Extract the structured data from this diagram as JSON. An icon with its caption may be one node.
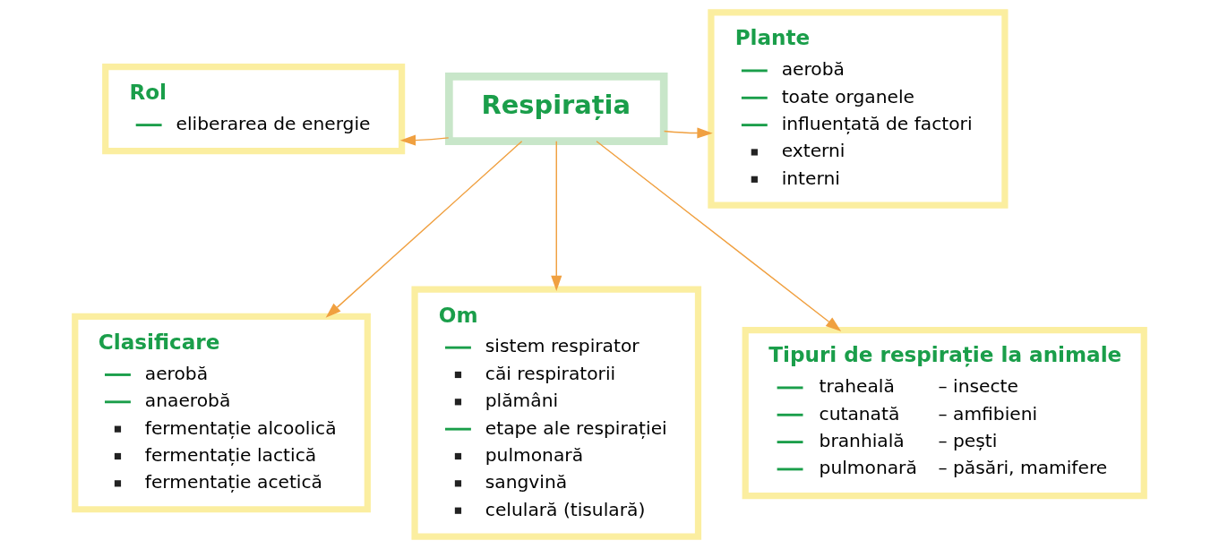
{
  "diagram": {
    "nodes": [
      {
        "text": [
          "Rol",
          "eliberarea de energie"
        ]
      },
      {
        "text": [
          "Plante",
          "aerobă",
          "toate organele",
          "influențată de factori",
          "externi",
          "interni"
        ]
      },
      {
        "text": [
          "Respirația"
        ]
      },
      {
        "text": [
          "Clasificare",
          "aerobă",
          "anaerobă",
          "fermentație alcoolică",
          "fermentație lactică",
          "fermentație acetică"
        ]
      },
      {
        "text": [
          "Om",
          "sistem respirator",
          "căi respiratorii",
          "plămâni",
          "etape ale respirației",
          "pulmonară",
          "sangvină",
          "celulară (tisulară)"
        ]
      },
      {
        "text": [
          "Tipuri de respirație la animale",
          "traheală",
          "– insecte",
          "cutanată",
          "– amfibieni",
          "branhială",
          "– pești",
          "pulmonară",
          "– păsări, mamifere"
        ]
      }
    ],
    "edges": [
      {
        "from": 2,
        "to": 0,
        "arrow": "to"
      },
      {
        "from": 2,
        "to": 1,
        "arrow": "to"
      },
      {
        "from": 2,
        "to": 3,
        "arrow": "to"
      },
      {
        "from": 2,
        "to": 4,
        "arrow": "to"
      },
      {
        "from": 2,
        "to": 5,
        "arrow": "to"
      }
    ]
  }
}
